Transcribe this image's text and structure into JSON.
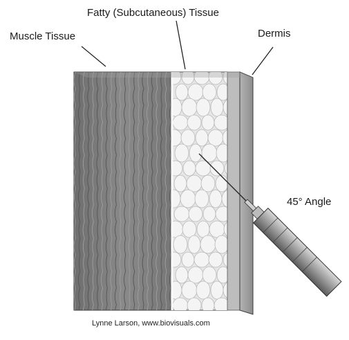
{
  "labels": {
    "fatty": "Fatty (Subcutaneous) Tissue",
    "muscle": "Muscle Tissue",
    "dermis": "Dermis",
    "angle": "45° Angle"
  },
  "credit": "Lynne Larson, www.biovisuals.com",
  "colors": {
    "muscle": "#7b7b7b",
    "fat": "#e9e9e9",
    "dermis": "#9a9a9a",
    "outline": "#3a3a3a"
  }
}
